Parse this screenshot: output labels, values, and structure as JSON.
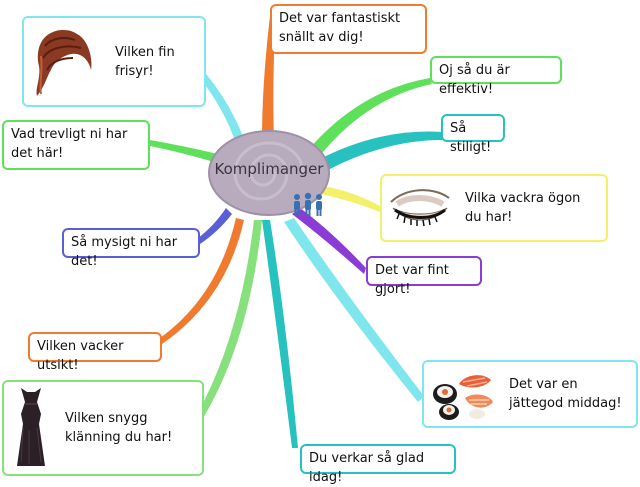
{
  "center": {
    "title": "Komplimanger",
    "icon": "people-icon"
  },
  "colors": {
    "hub_fill": "#b7abbd",
    "hub_stroke": "#9e91a6",
    "orange": "#f07a2e",
    "green": "#5fe05a",
    "teal": "#27c2c0",
    "yellow": "#f4f06c",
    "purple": "#8b3bd6",
    "blue": "#5a5fd8",
    "cyan": "#7fe6ee",
    "lime": "#86e07c"
  },
  "nodes": [
    {
      "id": "frisyr",
      "text": "Vilken fin frisyr!",
      "icon": "hair-wig-icon",
      "color": "#7fe6ee"
    },
    {
      "id": "snallt",
      "text": "Det var fantastiskt snällt av dig!",
      "color": "#f07a2e"
    },
    {
      "id": "effektiv",
      "text": "Oj så du är effektiv!",
      "color": "#5fe05a"
    },
    {
      "id": "stiligt",
      "text": "Så stiligt!",
      "color": "#27c2c0"
    },
    {
      "id": "ogon",
      "text": "Vilka vackra ögon du har!",
      "icon": "closed-eye-icon",
      "color": "#f4f06c"
    },
    {
      "id": "fint",
      "text": "Det var fint gjort!",
      "color": "#8b3bd6"
    },
    {
      "id": "trevligt",
      "text": "Vad trevligt ni har det här!",
      "color": "#5fe05a"
    },
    {
      "id": "mysigt",
      "text": "Så mysigt ni har det!",
      "color": "#5a5fd8"
    },
    {
      "id": "utsikt",
      "text": "Vilken vacker utsikt!",
      "color": "#f07a2e"
    },
    {
      "id": "klanning",
      "text": "Vilken snygg klänning du har!",
      "icon": "dress-icon",
      "color": "#86e07c"
    },
    {
      "id": "middag",
      "text": "Det var en jättegod middag!",
      "icon": "sushi-icon",
      "color": "#7fe6ee"
    },
    {
      "id": "glad",
      "text": "Du verkar så glad idag!",
      "color": "#27c2c0"
    }
  ]
}
